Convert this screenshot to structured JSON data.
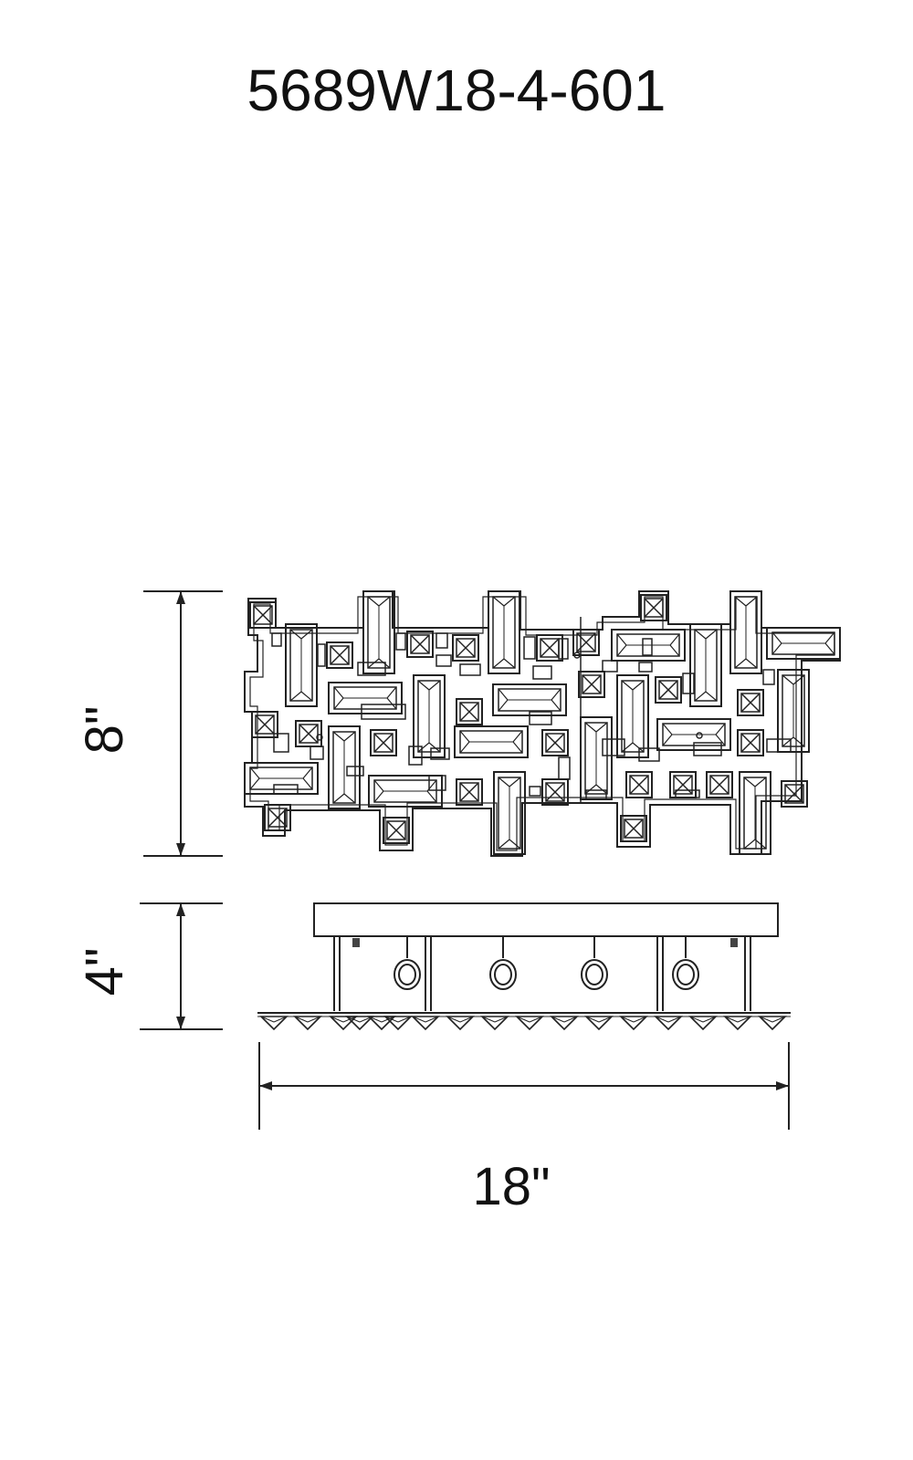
{
  "title": "5689W18-4-601",
  "dimensions": {
    "height": "8\"",
    "depth": "4\"",
    "width": "18\""
  },
  "colors": {
    "line": "#222222",
    "background": "#ffffff"
  }
}
